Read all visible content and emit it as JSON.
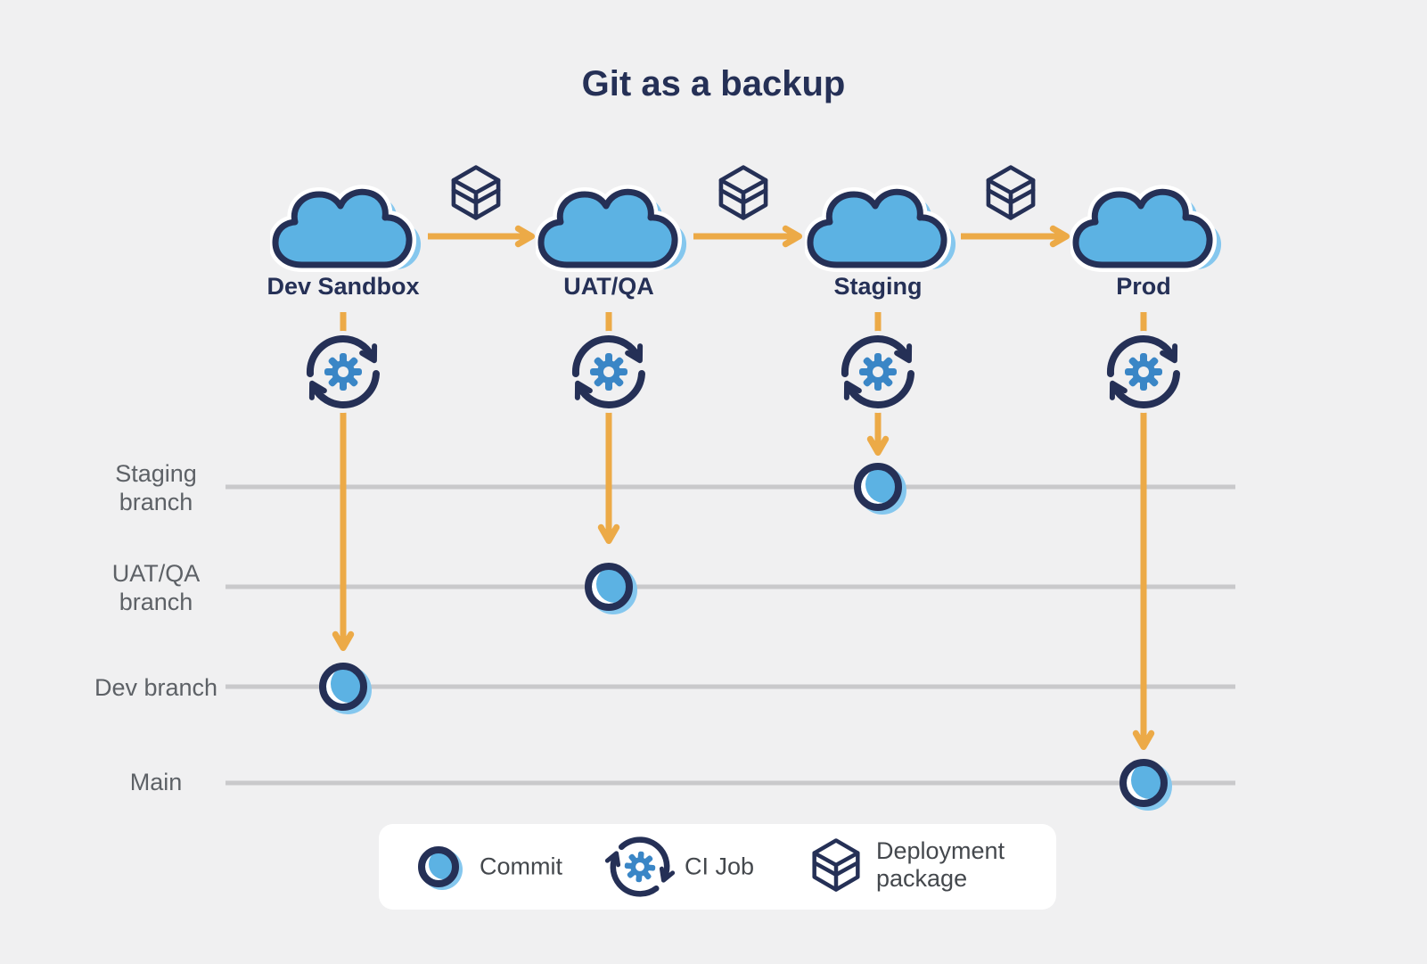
{
  "title": "Git as a backup",
  "environments": [
    {
      "label": "Dev Sandbox"
    },
    {
      "label": "UAT/QA"
    },
    {
      "label": "Staging"
    },
    {
      "label": "Prod"
    }
  ],
  "branches": [
    {
      "label": "Staging branch"
    },
    {
      "label": "UAT/QA branch"
    },
    {
      "label": "Dev branch"
    },
    {
      "label": "Main"
    }
  ],
  "legend": {
    "items": [
      {
        "icon": "commit-icon",
        "label": "Commit"
      },
      {
        "icon": "ci-job-icon",
        "label": "CI Job"
      },
      {
        "icon": "deployment-package-icon",
        "label": "Deployment package"
      }
    ]
  },
  "colors": {
    "navy": "#253056",
    "blue": "#5cb2e3",
    "light_blue": "#85c7ee",
    "gear_blue": "#3a86c6",
    "orange": "#ecaa47",
    "line_gray": "#c9c9cb",
    "label_gray": "#5d6166",
    "background": "#f0f0f1",
    "legend_background": "#ffffff"
  }
}
